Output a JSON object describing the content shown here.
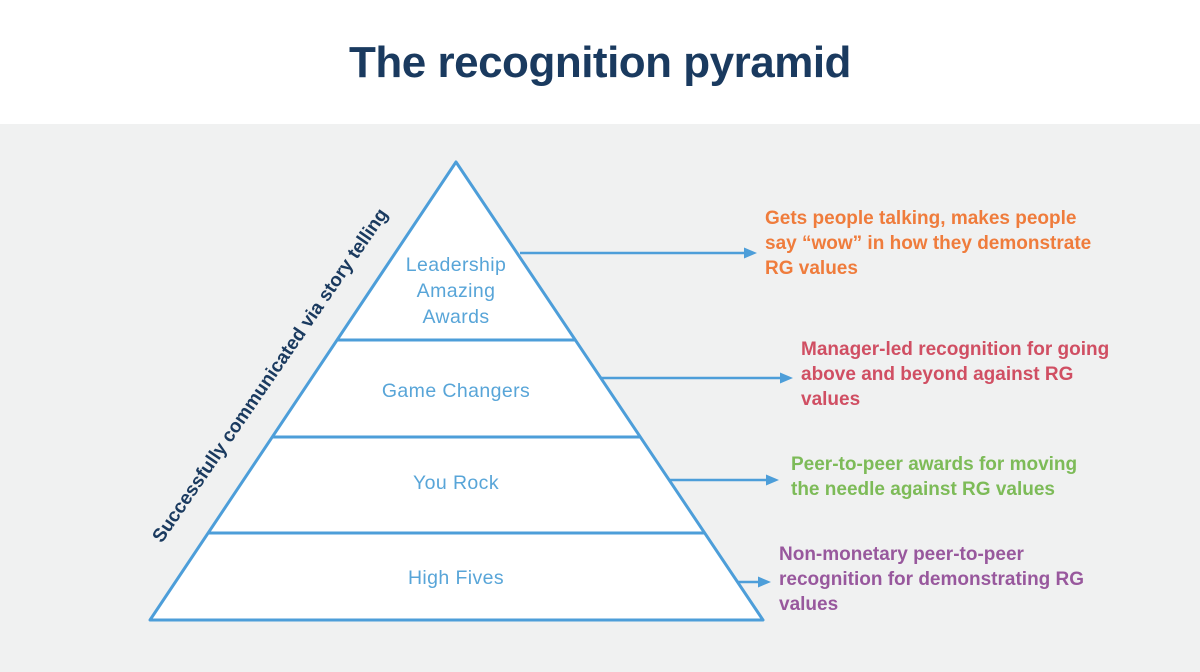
{
  "title": "The recognition pyramid",
  "colors": {
    "title_navy": "#1a3a5f",
    "panel_gray": "#f0f1f1",
    "pyramid_stroke_blue": "#4d9ed9",
    "level_text_blue": "#58a5d8",
    "arrow_blue": "#4d9ed9",
    "annotation_orange": "#ef7c3c",
    "annotation_red": "#d04f63",
    "annotation_green": "#7dbb58",
    "annotation_purple": "#98589d"
  },
  "pyramid": {
    "side_label": "Successfully communicated via story telling",
    "levels": [
      {
        "label_lines": [
          "Leadership",
          "Amazing",
          "Awards"
        ]
      },
      {
        "label_lines": [
          "Game Changers"
        ]
      },
      {
        "label_lines": [
          "You Rock"
        ]
      },
      {
        "label_lines": [
          "High Fives"
        ]
      }
    ]
  },
  "annotations": [
    {
      "color": "#ef7c3c",
      "lines": [
        "Gets people talking, makes people",
        "say “wow”  in how they demonstrate",
        "RG values"
      ]
    },
    {
      "color": "#d04f63",
      "lines": [
        "Manager-led recognition for going",
        "above and beyond against RG",
        "values"
      ]
    },
    {
      "color": "#7dbb58",
      "lines": [
        "Peer-to-peer awards for moving",
        "the needle against RG values"
      ]
    },
    {
      "color": "#98589d",
      "lines": [
        "Non-monetary peer-to-peer",
        "recognition for demonstrating RG",
        "values"
      ]
    }
  ]
}
